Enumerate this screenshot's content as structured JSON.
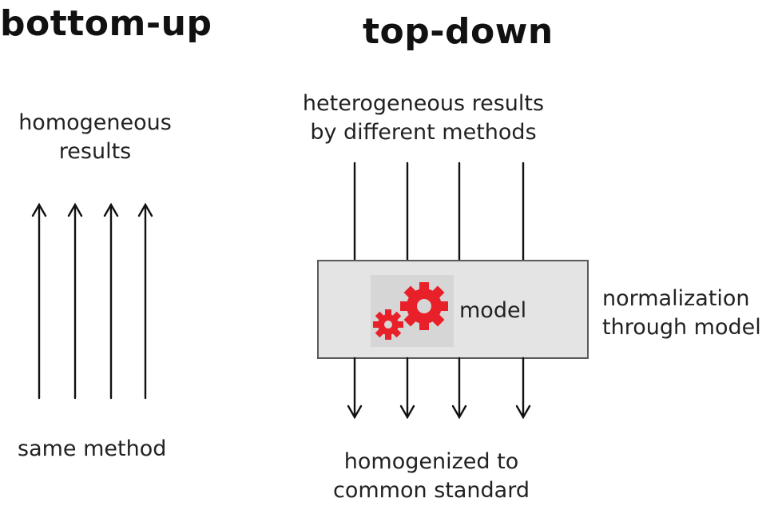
{
  "bottom_up": {
    "title": "bottom-up",
    "top_label_line1": "homogeneous",
    "top_label_line2": "results",
    "bottom_label": "same method"
  },
  "top_down": {
    "title": "top-down",
    "top_label_line1": "heterogeneous results",
    "top_label_line2": "by different methods",
    "model_label": "model",
    "side_label_line1": "normalization",
    "side_label_line2": "through model",
    "bottom_label_line1": "homogenized to",
    "bottom_label_line2": "common standard"
  },
  "icons": {
    "model": "gears-icon"
  },
  "colors": {
    "gear": "#e8202a",
    "box_fill": "#e4e4e4",
    "box_border": "#5a5a5a",
    "arrow": "#111111"
  }
}
